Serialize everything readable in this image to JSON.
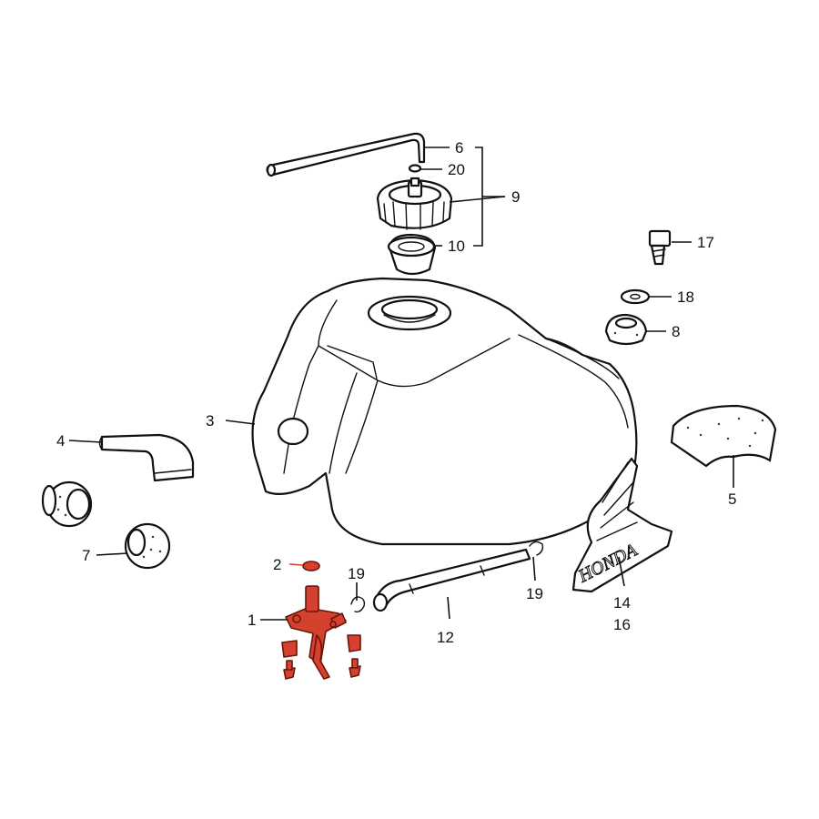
{
  "callouts": [
    {
      "id": "c1",
      "text": "1"
    },
    {
      "id": "c2",
      "text": "2"
    },
    {
      "id": "c3",
      "text": "3"
    },
    {
      "id": "c4",
      "text": "4"
    },
    {
      "id": "c5",
      "text": "5"
    },
    {
      "id": "c6",
      "text": "6"
    },
    {
      "id": "c7",
      "text": "7"
    },
    {
      "id": "c8",
      "text": "8"
    },
    {
      "id": "c9",
      "text": "9"
    },
    {
      "id": "c10",
      "text": "10"
    },
    {
      "id": "c12",
      "text": "12"
    },
    {
      "id": "c14",
      "text": "14"
    },
    {
      "id": "c16",
      "text": "16"
    },
    {
      "id": "c17",
      "text": "17"
    },
    {
      "id": "c18",
      "text": "18"
    },
    {
      "id": "c19a",
      "text": "19"
    },
    {
      "id": "c19b",
      "text": "19"
    },
    {
      "id": "c20",
      "text": "20"
    }
  ],
  "emblem": {
    "brand": "HONDA"
  },
  "colors": {
    "highlight": "#d4412e",
    "line": "#111111",
    "background": "#ffffff"
  }
}
